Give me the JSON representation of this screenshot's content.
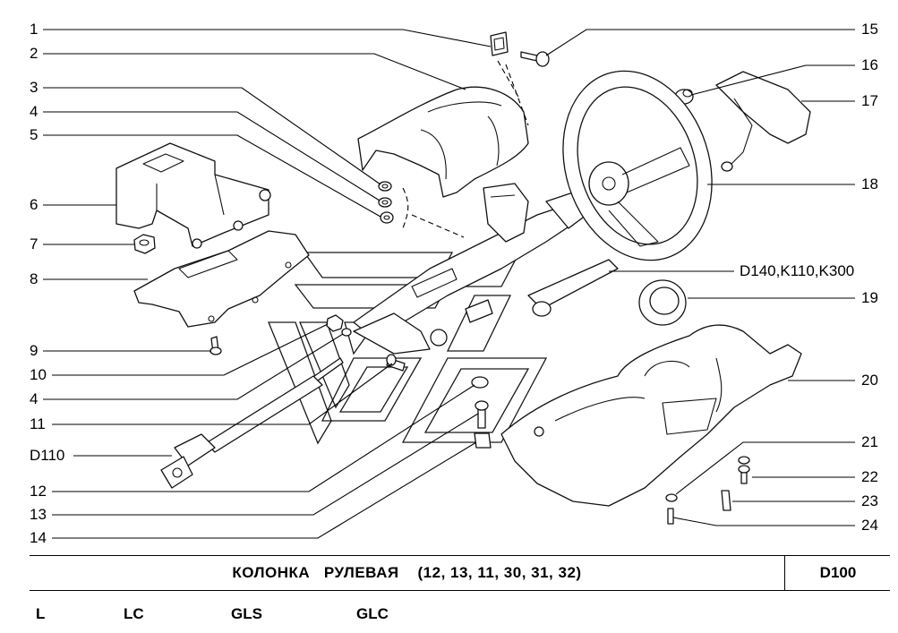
{
  "callouts_left": [
    "1",
    "2",
    "3",
    "4",
    "5",
    "6",
    "7",
    "8",
    "9",
    "10",
    "4",
    "11",
    "D110",
    "12",
    "13",
    "14"
  ],
  "callouts_right": [
    "15",
    "16",
    "17",
    "18",
    "D140,K110,K300",
    "19",
    "20",
    "21",
    "22",
    "23",
    "24"
  ],
  "title": {
    "name": "КОЛОНКА   РУЛЕВАЯ",
    "refs": "(12, 13, 11, 30, 31, 32)",
    "code": "D100"
  },
  "trims": [
    "L",
    "LC",
    "GLS",
    "GLC"
  ]
}
